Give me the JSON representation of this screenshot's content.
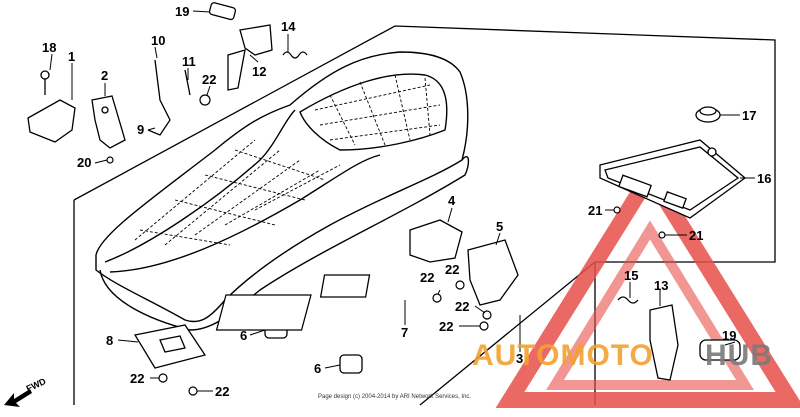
{
  "diagram": {
    "callouts": [
      {
        "id": "c-19a",
        "text": "19"
      },
      {
        "id": "c-14",
        "text": "14"
      },
      {
        "id": "c-10",
        "text": "10"
      },
      {
        "id": "c-11",
        "text": "11"
      },
      {
        "id": "c-12",
        "text": "12"
      },
      {
        "id": "c-18",
        "text": "18"
      },
      {
        "id": "c-1",
        "text": "1"
      },
      {
        "id": "c-2",
        "text": "2"
      },
      {
        "id": "c-22a",
        "text": "22"
      },
      {
        "id": "c-9",
        "text": "9"
      },
      {
        "id": "c-20",
        "text": "20"
      },
      {
        "id": "c-17",
        "text": "17"
      },
      {
        "id": "c-16",
        "text": "16"
      },
      {
        "id": "c-21a",
        "text": "21"
      },
      {
        "id": "c-21b",
        "text": "21"
      },
      {
        "id": "c-4",
        "text": "4"
      },
      {
        "id": "c-5",
        "text": "5"
      },
      {
        "id": "c-22b",
        "text": "22"
      },
      {
        "id": "c-22c",
        "text": "22"
      },
      {
        "id": "c-22d",
        "text": "22"
      },
      {
        "id": "c-22e",
        "text": "22"
      },
      {
        "id": "c-15",
        "text": "15"
      },
      {
        "id": "c-13",
        "text": "13"
      },
      {
        "id": "c-3",
        "text": "3"
      },
      {
        "id": "c-7",
        "text": "7"
      },
      {
        "id": "c-8",
        "text": "8"
      },
      {
        "id": "c-6a",
        "text": "6"
      },
      {
        "id": "c-6b",
        "text": "6"
      },
      {
        "id": "c-22f",
        "text": "22"
      },
      {
        "id": "c-22g",
        "text": "22"
      },
      {
        "id": "c-19b",
        "text": "19"
      }
    ],
    "fwd_label": "FWD",
    "copyright_line1": "Page design (c) 2004-2014 by ARI Network Services, Inc.",
    "watermark": {
      "part1": "AUTOMOTO",
      "part2": "HUB"
    },
    "colors": {
      "line": "#000000",
      "watermark_red": "#e8504a",
      "watermark_orange": "#f2a12e",
      "watermark_gray": "#7a7a7a"
    }
  }
}
